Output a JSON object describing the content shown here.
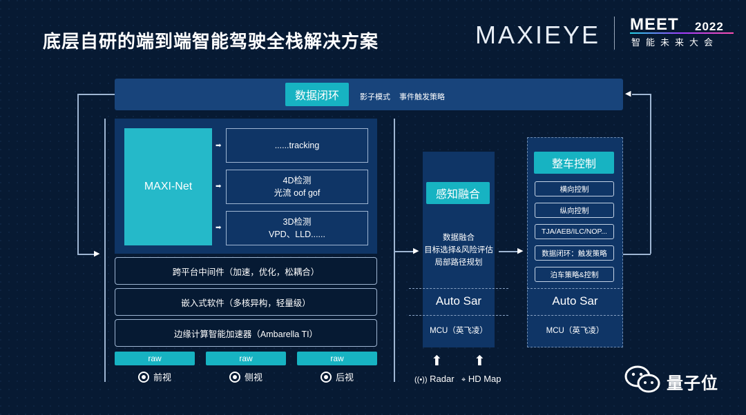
{
  "header": {
    "title": "底层自研的端到端智能驾驶全栈解决方案",
    "brand": "MAXIEYE",
    "event_title": "MEET",
    "event_year": "2022",
    "event_subtitle": "智能未来大会"
  },
  "top_bar": {
    "label": "数据闭环",
    "item1": "影子模式",
    "item2": "事件触发策略"
  },
  "perception_net": {
    "name": "MAXI-Net",
    "outputs": [
      {
        "line1": "......tracking",
        "line2": ""
      },
      {
        "line1": "4D检测",
        "line2": "光流 oof gof"
      },
      {
        "line1": "3D检测",
        "line2": "VPD、LLD......"
      }
    ]
  },
  "stack_layers": [
    "跨平台中间件（加速，优化，松耦合）",
    "嵌入式软件（多核异构，轻量级）",
    "边缘计算智能加速器（Ambarella TI）"
  ],
  "cameras": [
    {
      "raw": "raw",
      "label": "前视"
    },
    {
      "raw": "raw",
      "label": "侧视"
    },
    {
      "raw": "raw",
      "label": "后视"
    }
  ],
  "fusion": {
    "title": "感知融合",
    "lines": [
      "数据融合",
      "目标选择&风险评估",
      "局部路径规划"
    ],
    "autosar": "Auto Sar",
    "mcu": "MCU（英飞凌）"
  },
  "control": {
    "title": "整车控制",
    "items": [
      "横向控制",
      "纵向控制",
      "TJA/AEB/ILC/NOP...",
      "数据闭环：触发策略",
      "泊车策略&控制"
    ],
    "autosar": "Auto Sar",
    "mcu": "MCU（英飞凌）"
  },
  "sensors": [
    "Radar",
    "HD Map"
  ],
  "watermark": "量子位",
  "colors": {
    "background": "#071a33",
    "panel": "#0f3566",
    "accent": "#17b3c2",
    "top_bar": "#18447b"
  }
}
